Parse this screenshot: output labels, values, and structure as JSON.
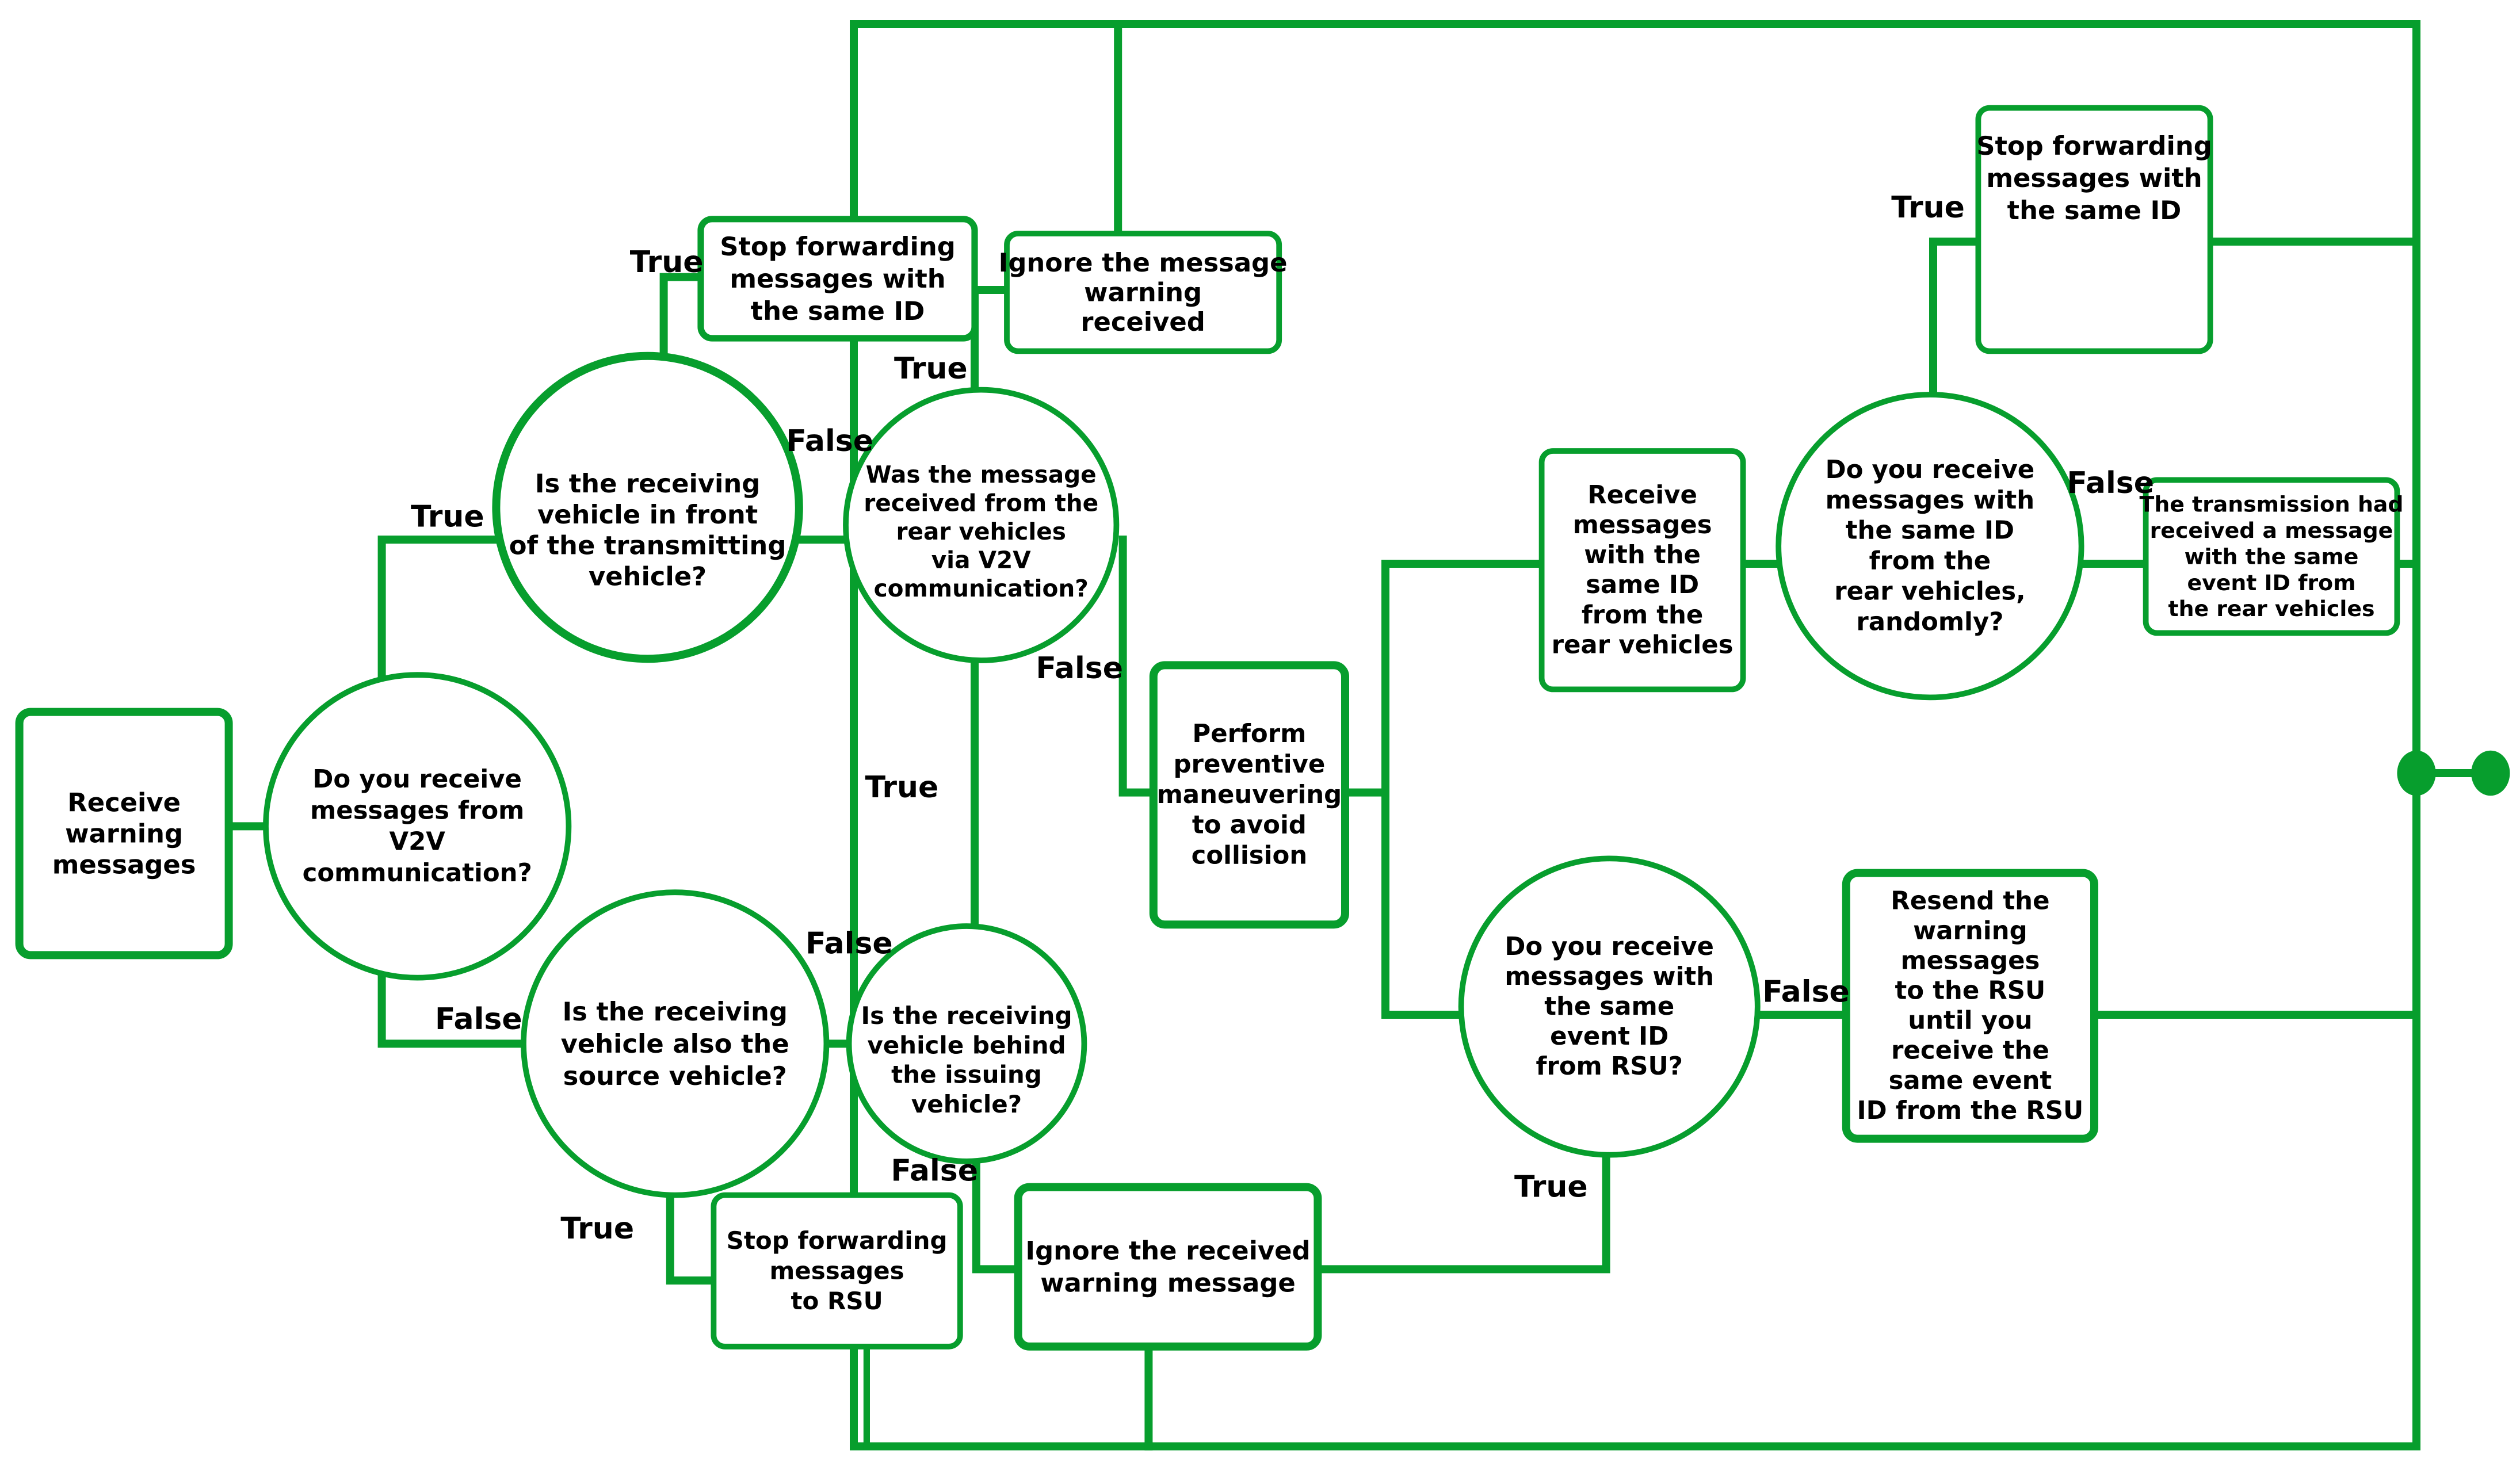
{
  "colors": {
    "accent": "#079e2d",
    "fill": "#ffffff",
    "text": "#000000"
  },
  "nodes": {
    "receive_warning": [
      "Receive",
      "warning",
      "messages"
    ],
    "v2v_question": [
      "Do you receive",
      "messages from",
      "V2V",
      "communication?"
    ],
    "in_front_question": [
      "Is the receiving",
      "vehicle in front",
      "of the transmitting",
      "vehicle?"
    ],
    "stop_forwarding_top": [
      "Stop forwarding",
      "messages with",
      "the same ID"
    ],
    "ignore_top": [
      "Ignore the message",
      "warning",
      "received"
    ],
    "rear_v2v_question": [
      "Was the message",
      "received from the",
      "rear vehicles",
      "via V2V",
      "communication?"
    ],
    "source_question": [
      "Is the receiving",
      "vehicle also the",
      "source vehicle?"
    ],
    "behind_question": [
      "Is the receiving",
      "vehicle behind",
      "the issuing",
      "vehicle?"
    ],
    "stop_forwarding_rsu": [
      "Stop forwarding",
      "messages",
      "to RSU"
    ],
    "ignore_bottom": [
      "Ignore the received",
      "warning message"
    ],
    "preventive": [
      "Perform",
      "preventive",
      "maneuvering",
      "to avoid",
      "collision"
    ],
    "receive_same_id": [
      "Receive",
      "messages",
      "with the",
      "same ID",
      "from the",
      "rear vehicles"
    ],
    "random_question": [
      "Do you receive",
      "messages with",
      "the same ID",
      "from the",
      "rear vehicles,",
      "randomly?"
    ],
    "stop_forwarding_right": [
      "Stop forwarding",
      "messages with",
      "the same ID"
    ],
    "transmission_had": [
      "The transmission had",
      "received a message",
      "with the same",
      "event ID from",
      "the rear vehicles"
    ],
    "rsu_question": [
      "Do you receive",
      "messages with",
      "the same",
      "event ID",
      "from RSU?"
    ],
    "resend": [
      "Resend the",
      "warning",
      "messages",
      "to the RSU",
      "until you",
      "receive the",
      "same event",
      "ID from the RSU"
    ]
  },
  "labels": {
    "true_v2v": "True",
    "false_v2v": "False",
    "true_front": "True",
    "false_front": "False",
    "true_rear_top": "True",
    "false_rear": "False",
    "true_behind": "True",
    "false_source": "False",
    "true_source": "True",
    "false_behind": "False",
    "true_random": "True",
    "false_random": "False",
    "false_rsu": "False",
    "true_rsu": "True"
  }
}
